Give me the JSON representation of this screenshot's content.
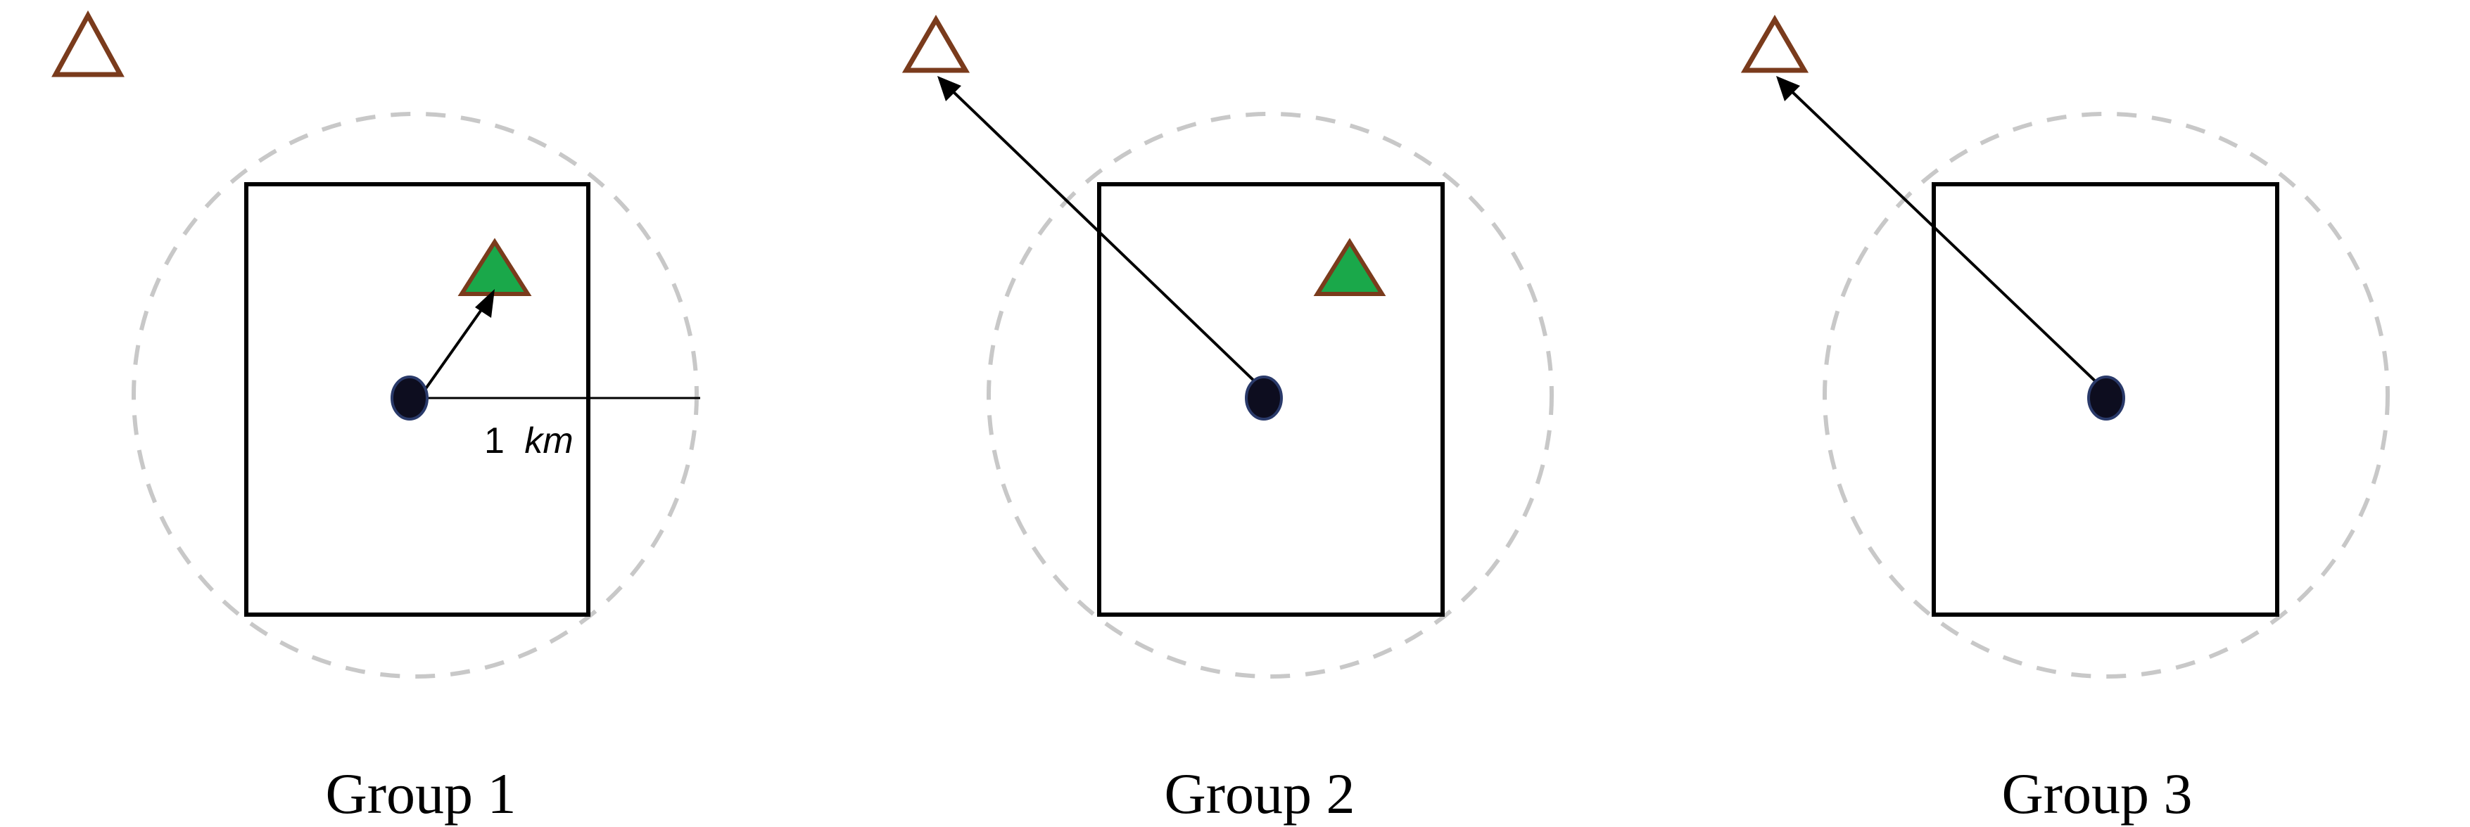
{
  "groups": [
    {
      "label": "Group 1",
      "arrow_target": "near-facility"
    },
    {
      "label": "Group 2",
      "arrow_target": "distant-facility"
    },
    {
      "label": "Group 3",
      "arrow_target": "distant-facility"
    }
  ],
  "distance": {
    "value": "1",
    "unit": "km"
  },
  "colors": {
    "outline": "#000000",
    "buffer_circle": "#c8c8c8",
    "near_facility_fill": "#1aa84a",
    "facility_outline": "#7a3b1c",
    "distant_facility_fill": "#ffffff",
    "household_point": "#0d0d1f",
    "household_outline": "#2a3a6a"
  },
  "icons": {
    "household": "household-point-icon",
    "near_facility": "near-facility-triangle-icon",
    "distant_facility": "distant-facility-triangle-icon"
  }
}
